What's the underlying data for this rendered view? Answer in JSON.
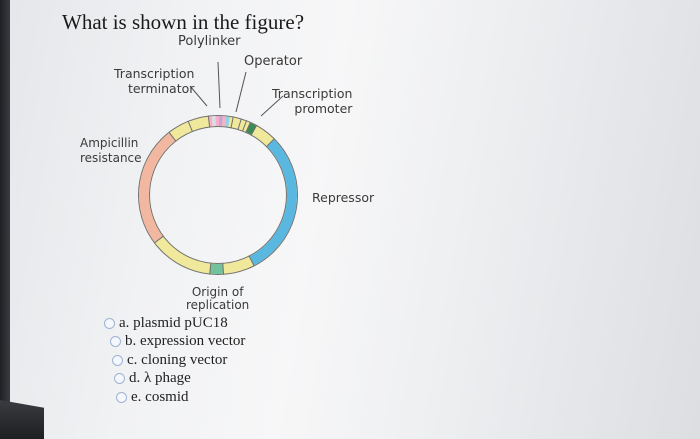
{
  "question": "What is shown in the figure?",
  "diagram": {
    "labels": {
      "polylinker": "Polylinker",
      "operator": "Operator",
      "transcription_terminator": [
        "Transcription",
        "terminator"
      ],
      "transcription_promoter": [
        "Transcription",
        "promoter"
      ],
      "ampicillin_resistance": [
        "Ampicillin",
        "resistance"
      ],
      "repressor": "Repressor",
      "origin_of_replication": [
        "Origin of",
        "replication"
      ]
    },
    "colors": {
      "ring_base": "#f0e89a",
      "ampicillin": "#f2b7a0",
      "repressor": "#5ab8e0",
      "origin": "#74c29c",
      "operator": "#3c8a55",
      "polylinker": [
        "#f5b0c8",
        "#d7e0e8",
        "#f5b0c8",
        "#c8a2d8",
        "#f5b0c8",
        "#8fd4e6"
      ]
    }
  },
  "options": [
    {
      "id": "a",
      "text": "a. plasmid pUC18"
    },
    {
      "id": "b",
      "text": "b. expression vector"
    },
    {
      "id": "c",
      "text": "c. cloning vector"
    },
    {
      "id": "d",
      "text": "d. λ phage"
    },
    {
      "id": "e",
      "text": "e. cosmid"
    }
  ]
}
